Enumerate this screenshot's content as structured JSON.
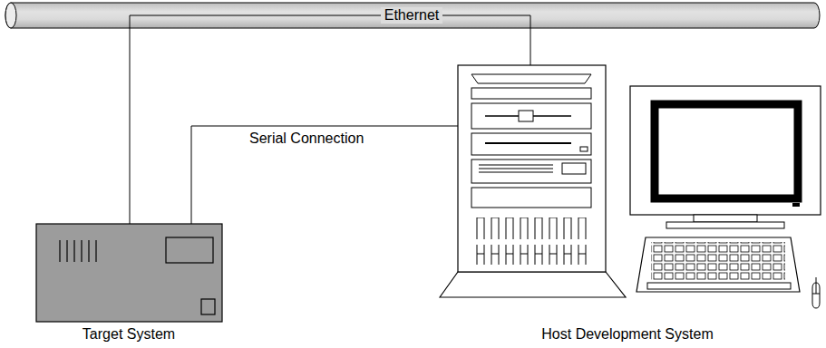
{
  "diagram": {
    "nodes": [
      {
        "text": [
          "Ethernet"
        ]
      },
      {
        "text": [
          "Target System"
        ]
      },
      {
        "text": [
          "Host Development System"
        ]
      }
    ],
    "edges": [
      {
        "from": 0,
        "to": 1,
        "arrow": "none"
      },
      {
        "from": 0,
        "to": 2,
        "arrow": "none"
      },
      {
        "from": 1,
        "to": 2,
        "label": "Serial Connection",
        "arrow": "none"
      }
    ]
  }
}
